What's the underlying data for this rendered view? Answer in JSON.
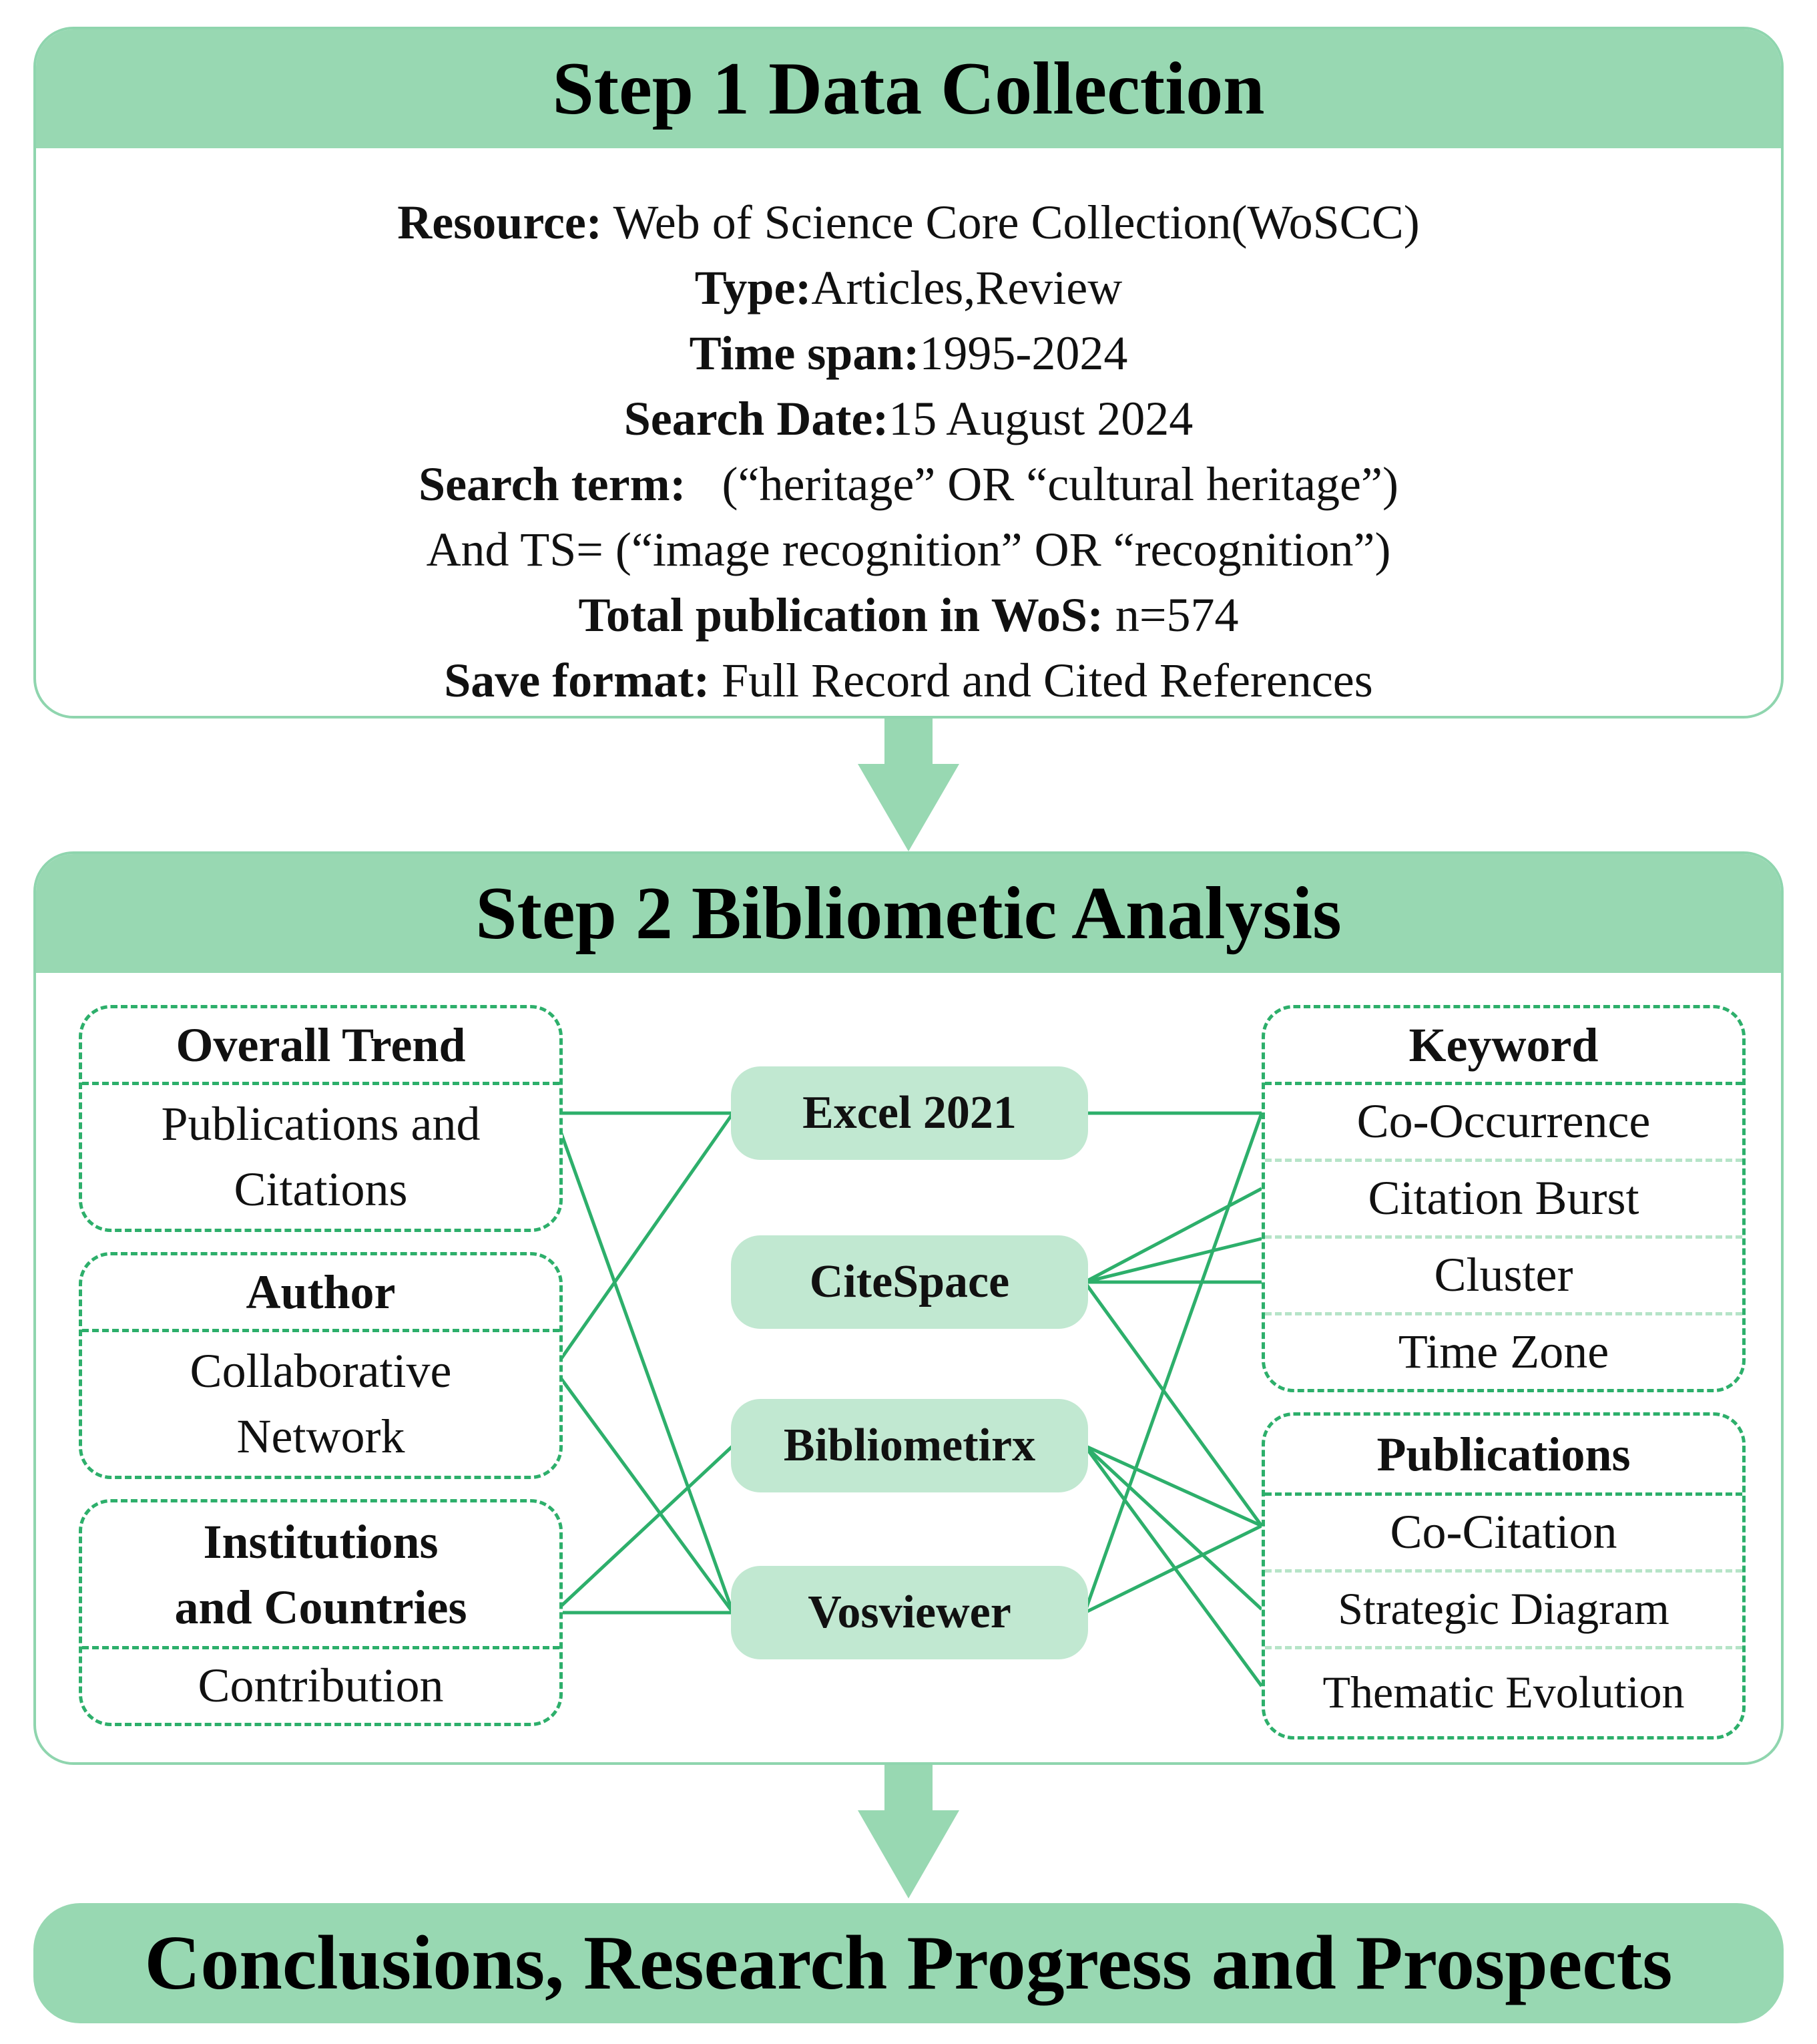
{
  "step1": {
    "title": "Step 1 Data Collection",
    "lines": [
      {
        "label": "Resource:",
        "value": " Web of Science Core Collection(WoSCC)"
      },
      {
        "label": "Type:",
        "value": "Articles,Review"
      },
      {
        "label": "Time span:",
        "value": "1995-2024"
      },
      {
        "label": "Search Date:",
        "value": "15 August 2024"
      },
      {
        "label": "Search term:",
        "value": "   (“heritage” OR “cultural heritage”)"
      },
      {
        "label": "",
        "value": "And TS= (“image recognition” OR “recognition”)"
      },
      {
        "label": "Total publication in WoS:",
        "value": " n=574"
      },
      {
        "label": "Save format:",
        "value": " Full Record and Cited References"
      }
    ]
  },
  "step2": {
    "title": "Step 2 Bibliometic Analysis",
    "left_groups": {
      "overall_trend": {
        "heading": "Overall Trend",
        "items": [
          "Publications and Citations"
        ]
      },
      "author": {
        "heading": "Author",
        "items": [
          "Collaborative Network"
        ]
      },
      "institutions": {
        "heading": "Institutions and Countries",
        "items": [
          "Contribution"
        ]
      }
    },
    "tools": {
      "excel": "Excel 2021",
      "citespace": "CiteSpace",
      "bibliometrix": "Bibliometirx",
      "vosviewer": "Vosviewer"
    },
    "right_groups": {
      "keyword": {
        "heading": "Keyword",
        "items": [
          "Co-Occurrence",
          "Citation Burst",
          "Cluster",
          "Time Zone"
        ]
      },
      "publications": {
        "heading": "Publications",
        "items": [
          "Co-Citation",
          "Strategic Diagram",
          "Thematic Evolution"
        ]
      }
    }
  },
  "conclusion": "Conclusions, Research Progress and Prospects",
  "colors": {
    "header_fill": "#98d8b2",
    "pill_fill": "#c1e8d1",
    "line": "#2daf6b",
    "dash": "#2daf6b"
  }
}
